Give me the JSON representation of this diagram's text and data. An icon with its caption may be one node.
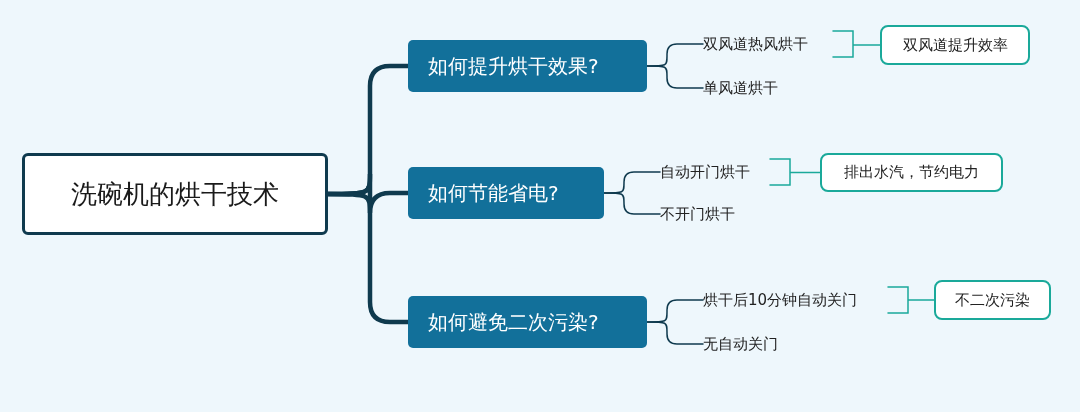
{
  "diagram": {
    "nodes": [
      {
        "text": [
          "洗碗机的烘干技术"
        ]
      },
      {
        "text": [
          "如何提升烘干效果?"
        ]
      },
      {
        "text": [
          "双风道热风烘干"
        ]
      },
      {
        "text": [
          "单风道烘干"
        ]
      },
      {
        "text": [
          "双风道提升效率"
        ]
      },
      {
        "text": [
          "如何节能省电?"
        ]
      },
      {
        "text": [
          "自动开门烘干"
        ]
      },
      {
        "text": [
          "不开门烘干"
        ]
      },
      {
        "text": [
          "排出水汽，节约电力"
        ]
      },
      {
        "text": [
          "如何避免二次污染?"
        ]
      },
      {
        "text": [
          "烘干后10分钟自动关门"
        ]
      },
      {
        "text": [
          "无自动关门"
        ]
      },
      {
        "text": [
          "不二次污染"
        ]
      }
    ],
    "edges": [
      {
        "from": 0,
        "to": 1,
        "arrow": "none",
        "style": "thick"
      },
      {
        "from": 0,
        "to": 5,
        "arrow": "none",
        "style": "thick"
      },
      {
        "from": 0,
        "to": 9,
        "arrow": "none",
        "style": "thick"
      },
      {
        "from": 1,
        "to": 2,
        "arrow": "none"
      },
      {
        "from": 1,
        "to": 3,
        "arrow": "none"
      },
      {
        "from": 2,
        "to": 4,
        "arrow": "none",
        "color": "#1aa99a"
      },
      {
        "from": 5,
        "to": 6,
        "arrow": "none"
      },
      {
        "from": 5,
        "to": 7,
        "arrow": "none"
      },
      {
        "from": 6,
        "to": 8,
        "arrow": "none",
        "color": "#1aa99a"
      },
      {
        "from": 9,
        "to": 10,
        "arrow": "none"
      },
      {
        "from": 9,
        "to": 11,
        "arrow": "none"
      },
      {
        "from": 10,
        "to": 12,
        "arrow": "none",
        "color": "#1aa99a"
      }
    ]
  }
}
